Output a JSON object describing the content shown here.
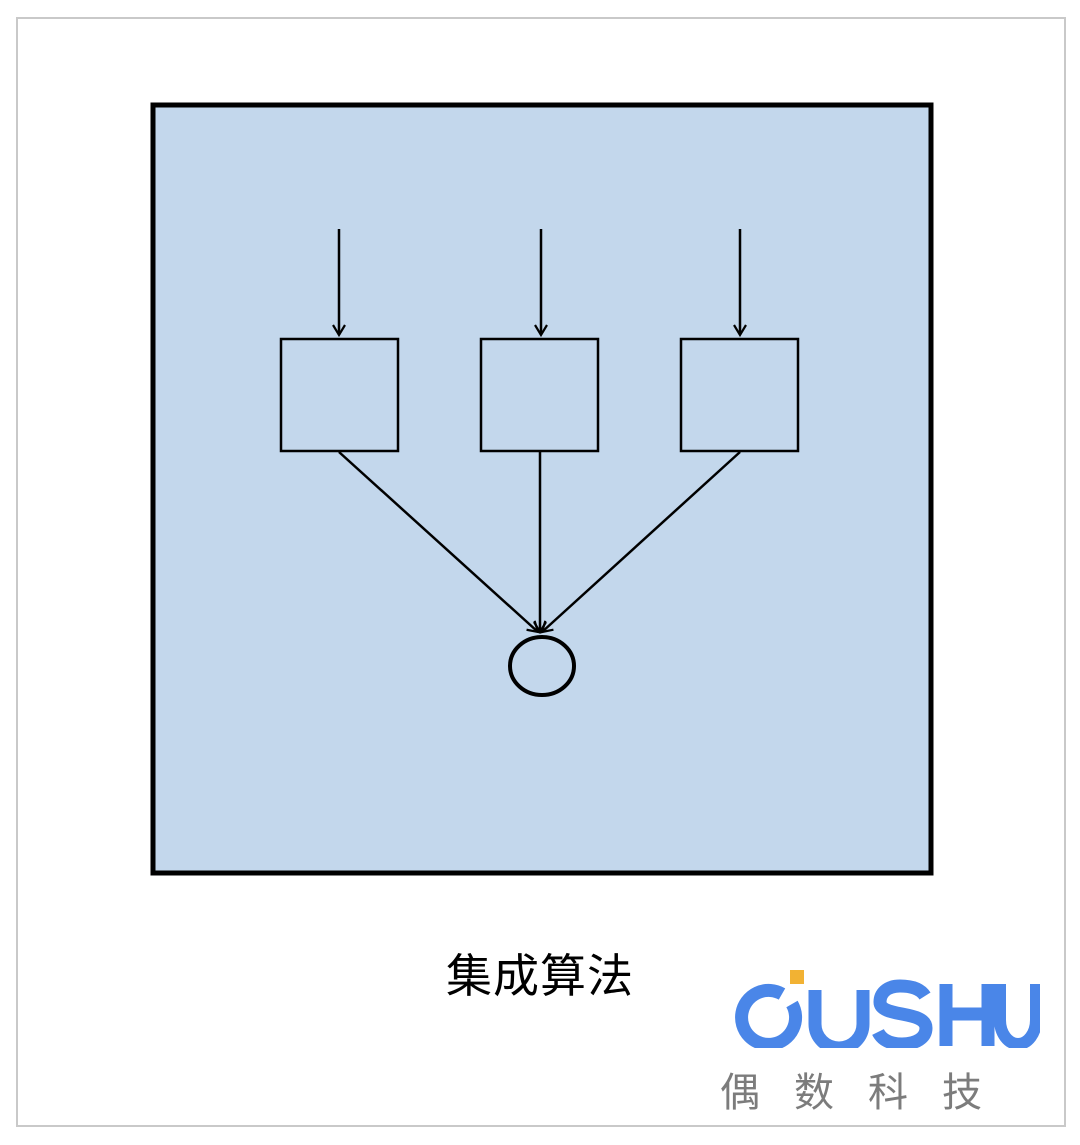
{
  "diagram": {
    "caption": "集成算法",
    "colors": {
      "panel_fill": "#c3d7ec",
      "stroke": "#000000",
      "frame_border": "#c9c9c9"
    },
    "nodes": [
      {
        "id": "model-1",
        "shape": "rectangle",
        "label": ""
      },
      {
        "id": "model-2",
        "shape": "rectangle",
        "label": ""
      },
      {
        "id": "model-3",
        "shape": "rectangle",
        "label": ""
      },
      {
        "id": "output",
        "shape": "ellipse",
        "label": ""
      }
    ],
    "edges": [
      {
        "from": "input-1",
        "to": "model-1"
      },
      {
        "from": "input-2",
        "to": "model-2"
      },
      {
        "from": "input-3",
        "to": "model-3"
      },
      {
        "from": "model-1",
        "to": "output"
      },
      {
        "from": "model-2",
        "to": "output"
      },
      {
        "from": "model-3",
        "to": "output"
      }
    ]
  },
  "logo": {
    "brand_text": "OUSHU",
    "brand_color": "#4a86e8",
    "accent_color": "#f2b233",
    "subtitle": "偶数科技",
    "subtitle_color": "#7c7c7c"
  }
}
